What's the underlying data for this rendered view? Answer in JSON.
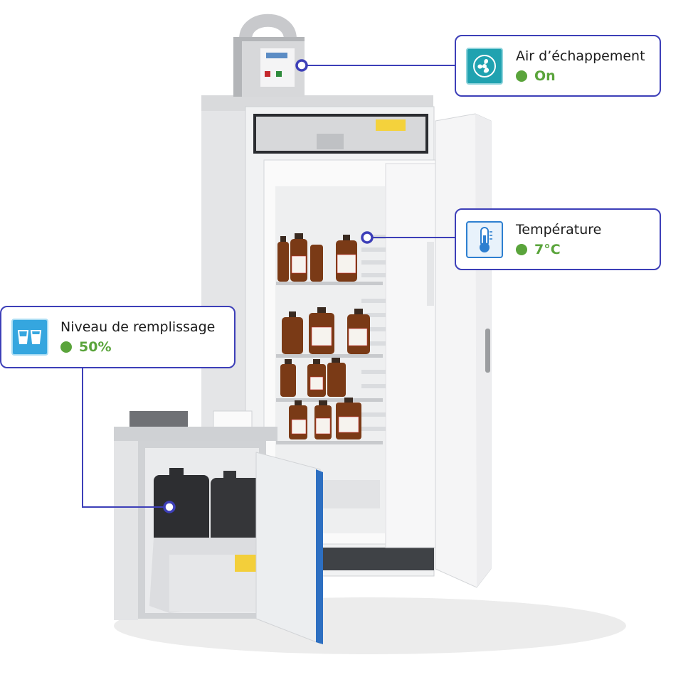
{
  "callouts": {
    "exhaust": {
      "label": "Air d’échappement",
      "status": "On",
      "icon": "fan-icon"
    },
    "temperature": {
      "label": "Température",
      "status": "7°C",
      "icon": "thermometer-icon"
    },
    "fill_level": {
      "label": "Niveau de remplissage",
      "status": "50%",
      "icon": "canister-level-icon"
    }
  },
  "colors": {
    "card_border": "#3d3fb8",
    "status_ok": "#5aa43b",
    "exhaust_icon": "#20a2b0",
    "temperature_icon": "#2d7fd0",
    "fill_icon": "#35a6df"
  }
}
